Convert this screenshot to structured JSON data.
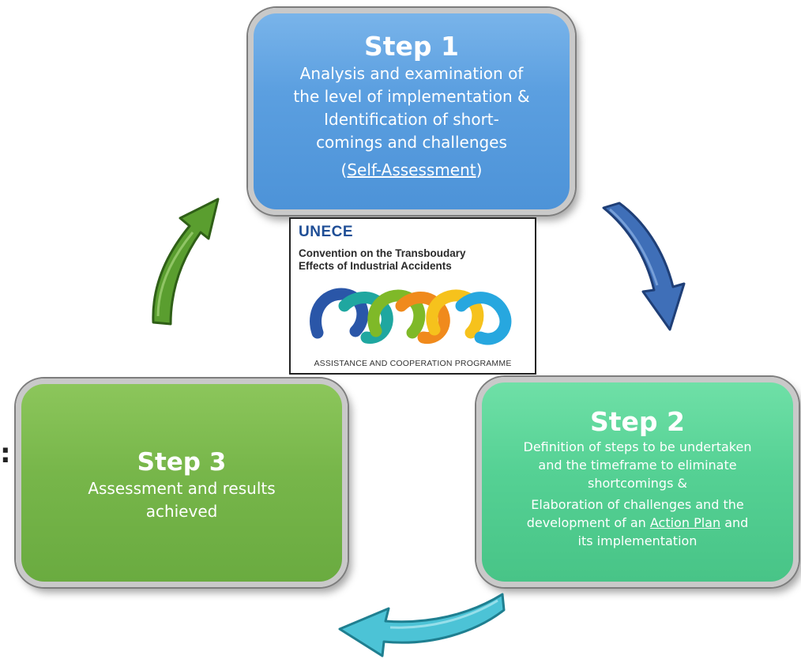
{
  "step1": {
    "title": "Step 1",
    "lines": [
      "Analysis and examination of",
      "the level of implementation &",
      "Identification of short-",
      "comings and challenges"
    ],
    "ref_open": "(",
    "ref_link": "Self-Assessment",
    "ref_close": ")"
  },
  "step2": {
    "title": "Step 2",
    "lines": [
      "Definition of steps to be undertaken",
      "and the timeframe to eliminate",
      "shortcomings &",
      "Elaboration of challenges and the"
    ],
    "line5_pre": "development of an ",
    "line5_link": "Action Plan",
    "line5_post": " and",
    "line6": "its implementation"
  },
  "step3": {
    "title": "Step 3",
    "lines": [
      "Assessment and results",
      "achieved"
    ]
  },
  "stray_mark": ":",
  "logo": {
    "org": "UNECE",
    "convention_lines": [
      "Convention on the Transboudary",
      "Effects of Industrial Accidents"
    ],
    "programme": "ASSISTANCE AND COOPERATION PROGRAMME"
  },
  "colors": {
    "step1": "#5b9fe0",
    "step2": "#55d194",
    "step3": "#77b64a",
    "arrow_green": "#5a9e2f",
    "arrow_blue": "#3f6fb8",
    "arrow_teal": "#4cc3d6",
    "ring_blue": "#2a56a8",
    "ring_teal": "#1fa7a0",
    "ring_green": "#7fb928",
    "ring_orange": "#f08a1c",
    "ring_yellow": "#f6c21c",
    "ring_cyan": "#27a7df"
  },
  "icons": {
    "arrow_step3_to_step1": "curved-arrow-up-right",
    "arrow_step1_to_step2": "curved-arrow-down-right",
    "arrow_step2_to_step3": "curved-arrow-left"
  }
}
